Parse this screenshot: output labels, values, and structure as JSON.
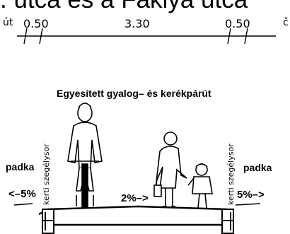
{
  "title_fragment": ". utca és a Fáklya utca",
  "dimensions": {
    "left_label": "út",
    "left_value": "0.50",
    "center_value": "3.30",
    "right_value": "0.50",
    "right_label": "č"
  },
  "section_label": "Egyesített gyalog– és kerékpárút",
  "left_side": {
    "bench": "padka",
    "curb": "kerti szegélysor",
    "slope": "<–5%"
  },
  "center_slope": "2%–>",
  "right_side": {
    "bench": "padka",
    "curb": "kerti szegélysor",
    "slope": "5%–>"
  }
}
